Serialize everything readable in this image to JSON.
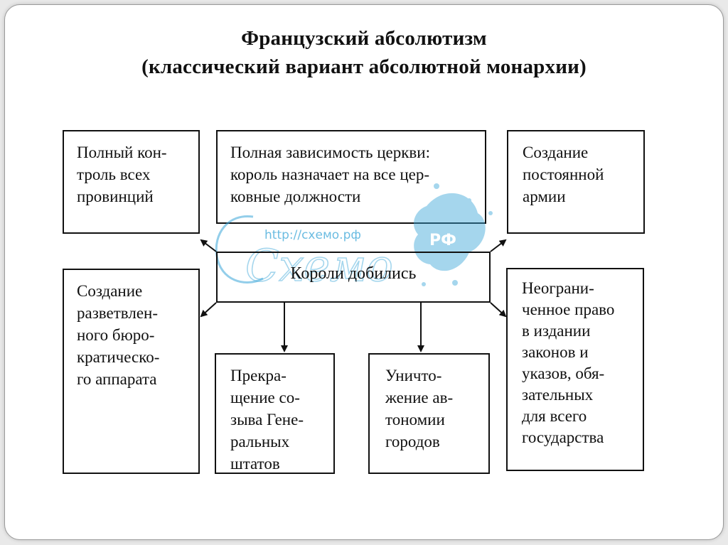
{
  "title": {
    "line1": "Французский абсолютизм",
    "line2": "(классический вариант абсолютной монархии)"
  },
  "center": "Короли добились",
  "boxes": {
    "provinces": [
      "Полный кон-",
      "троль всех",
      "провинций"
    ],
    "church": [
      "Полная зависимость церкви:",
      "король назначает на все цер-",
      "ковные должности"
    ],
    "army": [
      "Создание",
      "постоянной",
      "армии"
    ],
    "bureaucracy": [
      "Создание",
      "разветвлен-",
      "ного бюро-",
      "кратическо-",
      "го аппарата"
    ],
    "estates": [
      "Прекра-",
      "щение со-",
      "зыва Гене-",
      "ральных",
      "штатов"
    ],
    "cities": [
      "Уничто-",
      "жение ав-",
      "тономии",
      "городов"
    ],
    "law": [
      "Неограни-",
      "ченное право",
      "в издании",
      "законов и",
      "указов, обя-",
      "зательных",
      "для всего",
      "государства"
    ]
  },
  "watermark": {
    "url": "http://схемо.рф",
    "word": "Схемо",
    "badge": "РФ"
  },
  "colors": {
    "watermark": "#3aa6d8",
    "stroke": "#111111"
  }
}
